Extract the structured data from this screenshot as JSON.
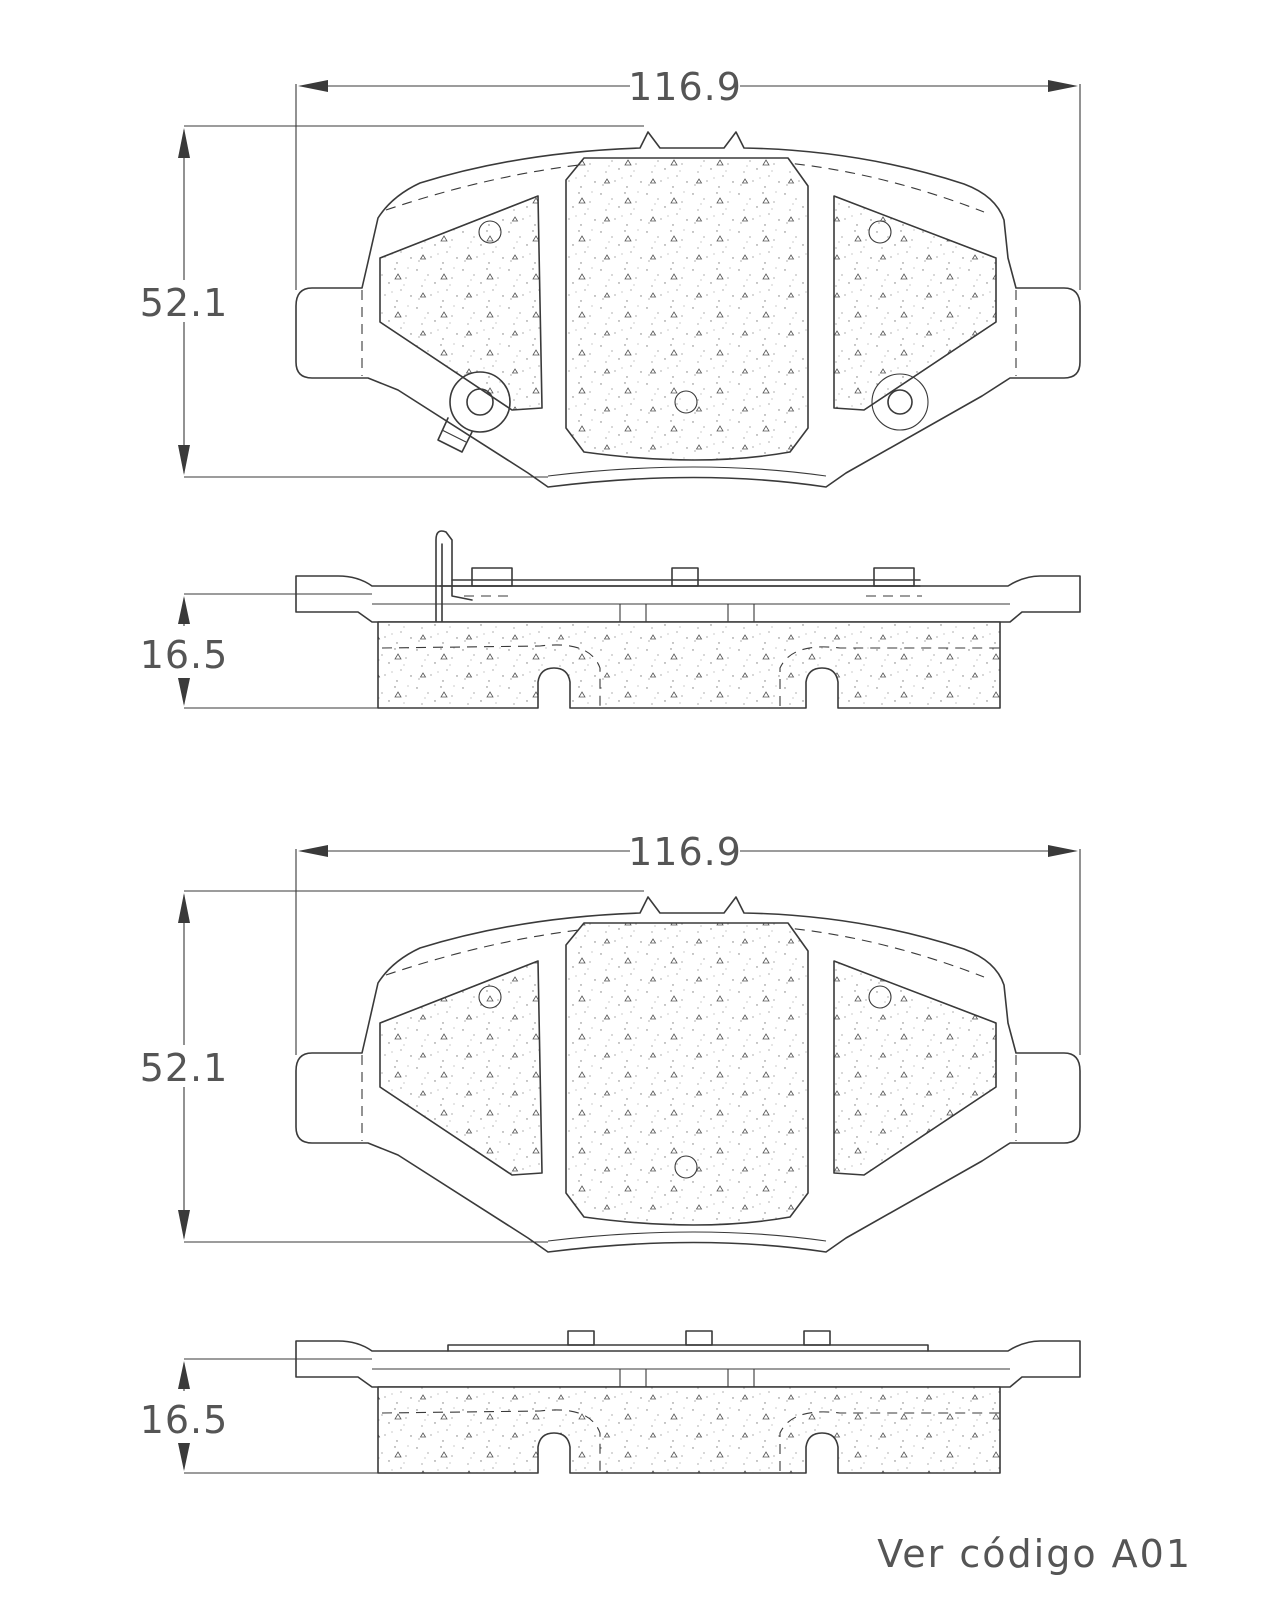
{
  "views": [
    {
      "id": "pad1-face",
      "dimensions": {
        "width": "116.9",
        "height": "52.1"
      }
    },
    {
      "id": "pad1-side",
      "dimensions": {
        "thickness": "16.5"
      }
    },
    {
      "id": "pad2-face",
      "dimensions": {
        "width": "116.9",
        "height": "52.1"
      }
    },
    {
      "id": "pad2-side",
      "dimensions": {
        "thickness": "16.5"
      }
    }
  ],
  "note": "Ver código A01"
}
